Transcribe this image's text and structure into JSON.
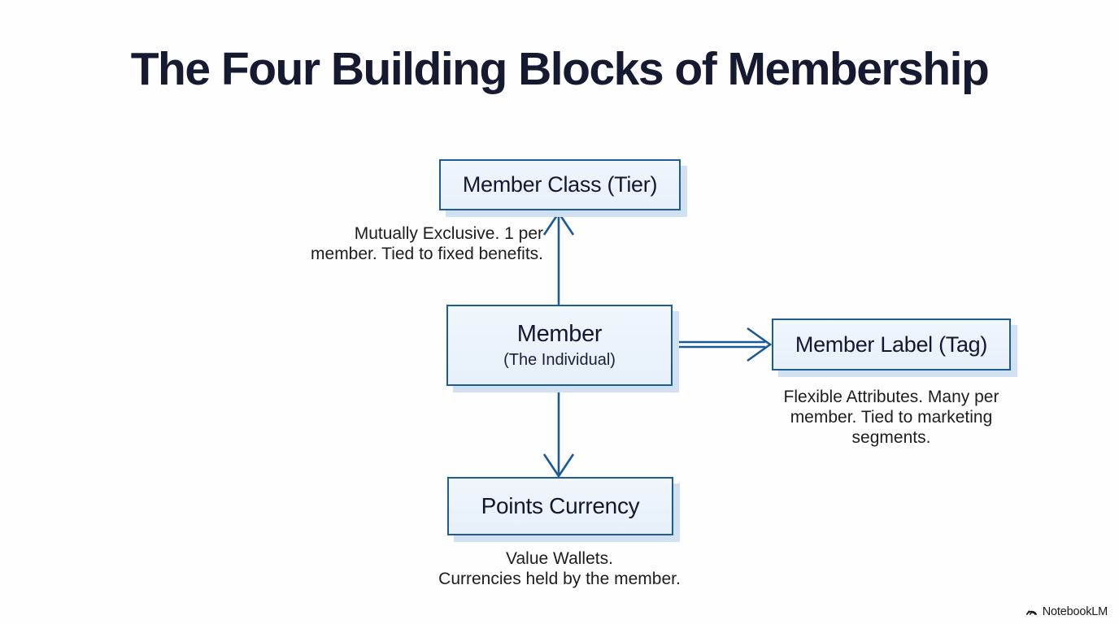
{
  "title": "The Four Building Blocks of Membership",
  "diagram": {
    "boxes": {
      "member_class": {
        "label": "Member Class (Tier)"
      },
      "member": {
        "label": "Member",
        "sublabel": "(The Individual)"
      },
      "member_label": {
        "label": "Member Label (Tag)"
      },
      "points_currency": {
        "label": "Points Currency"
      }
    },
    "notes": {
      "member_class": [
        "Mutually Exclusive. 1 per",
        "member. Tied to fixed benefits."
      ],
      "member_label": [
        "Flexible Attributes. Many per",
        "member. Tied to marketing",
        "segments."
      ],
      "points_currency": [
        "Value Wallets.",
        "Currencies held by the member."
      ]
    },
    "colors": {
      "box_border": "#1d5c95",
      "box_fill": "#e9f2fb",
      "box_shadow": "#cfe1f3",
      "arrow": "#1b5a94",
      "title_text": "#161a31",
      "note_text": "#1d1d1f"
    }
  },
  "watermark": {
    "label": "NotebookLM",
    "icon": "notebooklm-logo-icon"
  }
}
